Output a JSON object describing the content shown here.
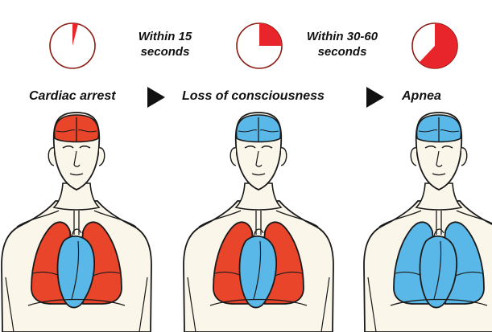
{
  "intervals": [
    {
      "line1": "Within 15",
      "line2": "seconds"
    },
    {
      "line1": "Within 30-60",
      "line2": "seconds"
    }
  ],
  "stages": [
    {
      "label": "Cardiac arrest",
      "elapsed_fraction": 0.04,
      "brain": "#e8452a",
      "lungs": "#e8452a",
      "heart": "#5ab8e8"
    },
    {
      "label": "Loss of consciousness",
      "elapsed_fraction": 0.25,
      "brain": "#5ab8e8",
      "lungs": "#e8452a",
      "heart": "#5ab8e8"
    },
    {
      "label": "Apnea",
      "elapsed_fraction": 0.62,
      "brain": "#5ab8e8",
      "lungs": "#5ab8e8",
      "heart": "#5ab8e8"
    }
  ],
  "colors": {
    "clock_fill": "#e8252a",
    "clock_rim": "#8a1a12",
    "outline": "#1a1a1a",
    "skin": "#fbf6ea",
    "arrow": "#111111"
  },
  "icons": {
    "arrow": "play-triangle-icon",
    "clock": "pie-clock-icon"
  }
}
